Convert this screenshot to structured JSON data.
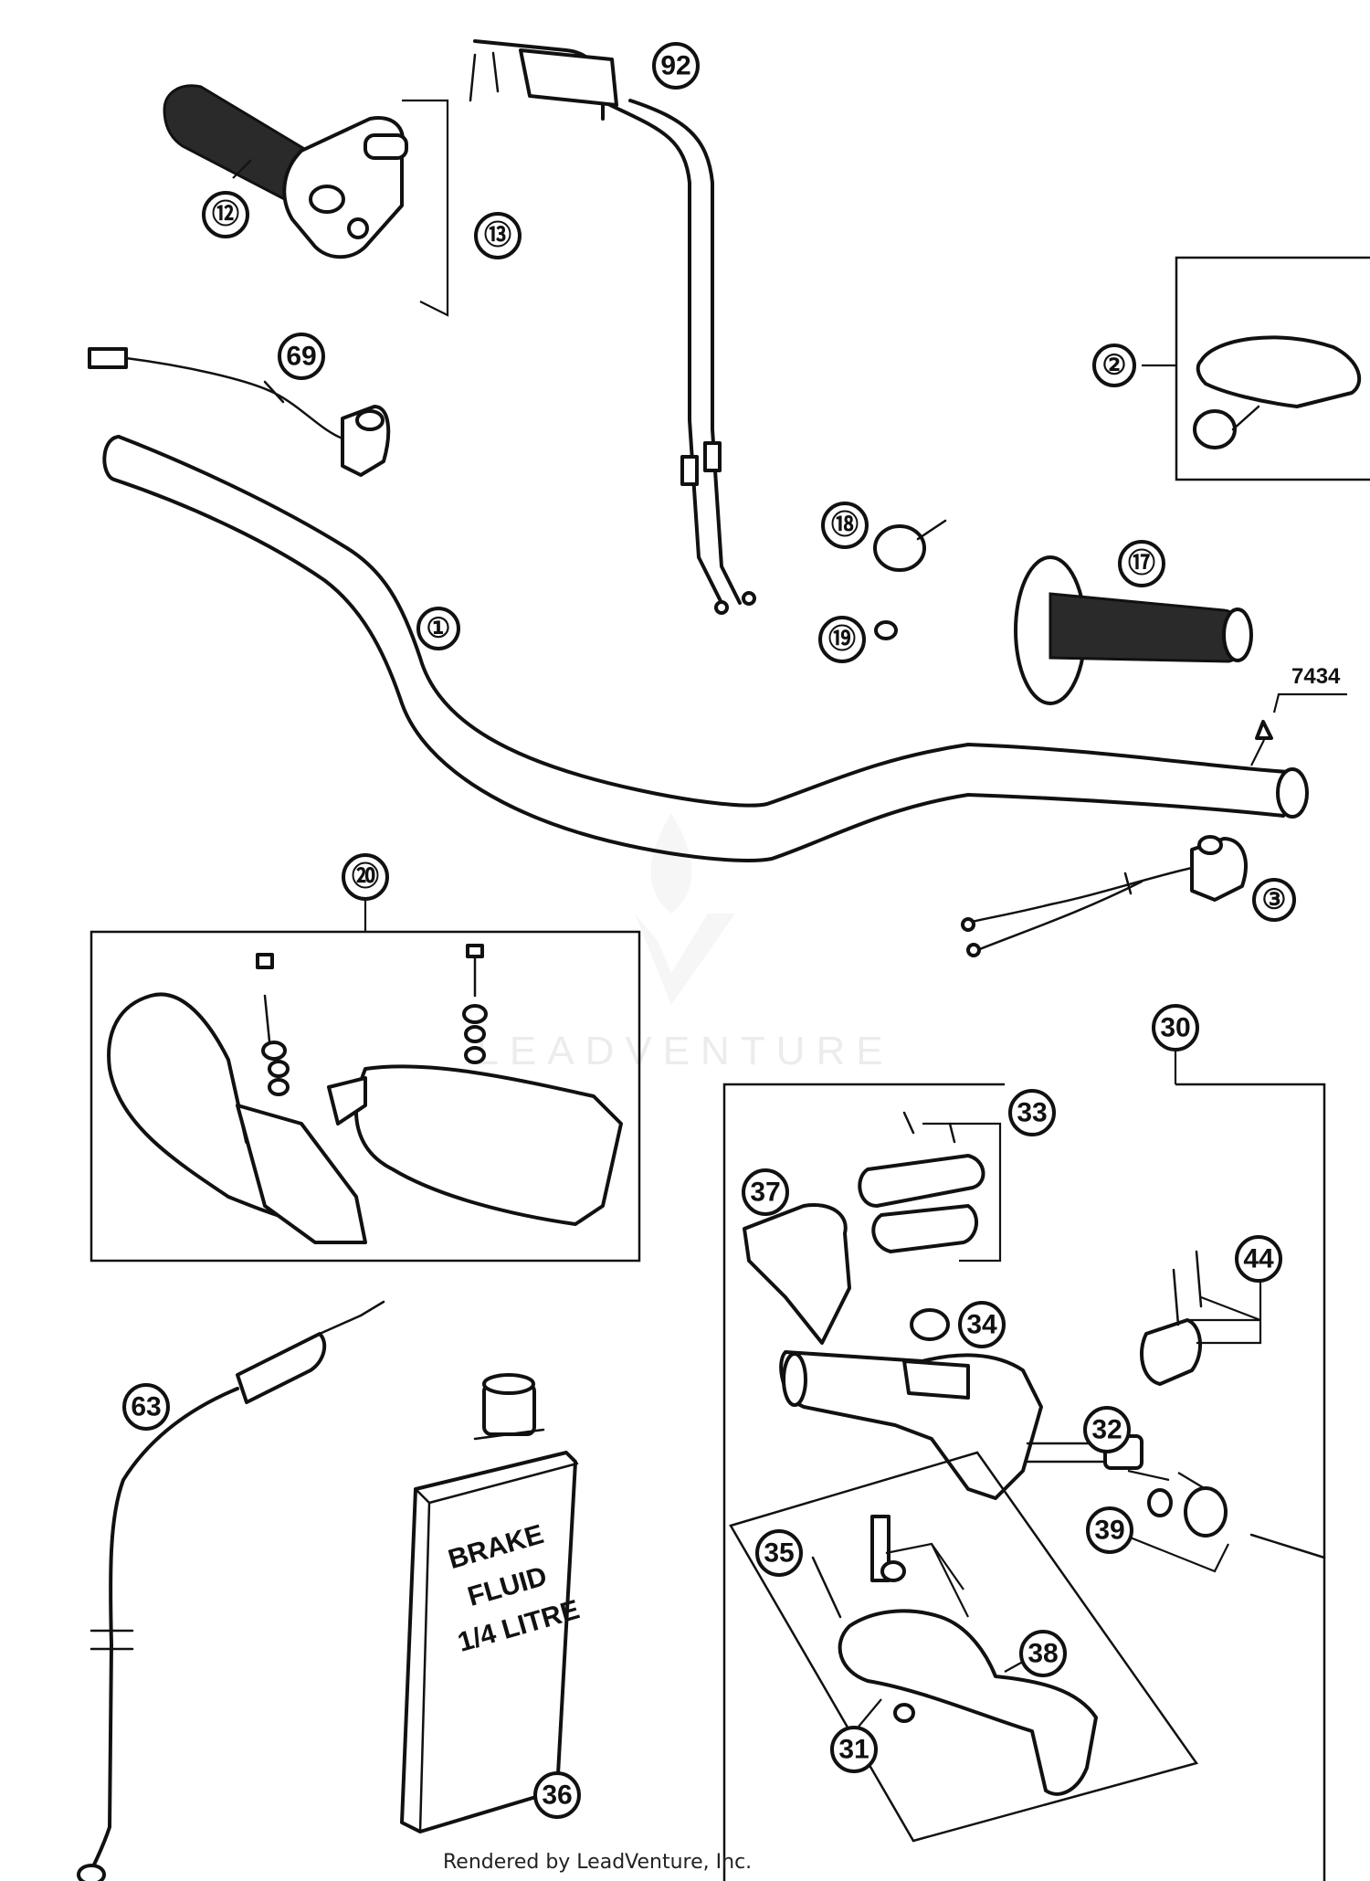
{
  "callouts": [
    {
      "id": "c1",
      "label": "①"
    },
    {
      "id": "c2",
      "label": "②"
    },
    {
      "id": "c3",
      "label": "③"
    },
    {
      "id": "c12",
      "label": "⑫"
    },
    {
      "id": "c13",
      "label": "⑬"
    },
    {
      "id": "c17",
      "label": "⑰"
    },
    {
      "id": "c18",
      "label": "⑱"
    },
    {
      "id": "c19",
      "label": "⑲"
    },
    {
      "id": "c20",
      "label": "⑳"
    },
    {
      "id": "c30",
      "label": "30"
    },
    {
      "id": "c31",
      "label": "31"
    },
    {
      "id": "c32",
      "label": "32"
    },
    {
      "id": "c33",
      "label": "33"
    },
    {
      "id": "c34",
      "label": "34"
    },
    {
      "id": "c35",
      "label": "35"
    },
    {
      "id": "c36",
      "label": "36"
    },
    {
      "id": "c37",
      "label": "37"
    },
    {
      "id": "c38",
      "label": "38"
    },
    {
      "id": "c39",
      "label": "39"
    },
    {
      "id": "c44",
      "label": "44"
    },
    {
      "id": "c63",
      "label": "63"
    },
    {
      "id": "c69",
      "label": "69"
    },
    {
      "id": "c92",
      "label": "92"
    }
  ],
  "plain_label": "7434",
  "brake_fluid_lines": [
    "BRAKE",
    "FLUID",
    "1/4 LITRE"
  ],
  "watermark": "LEADVENTURE",
  "credit": "Rendered by LeadVenture, Inc."
}
